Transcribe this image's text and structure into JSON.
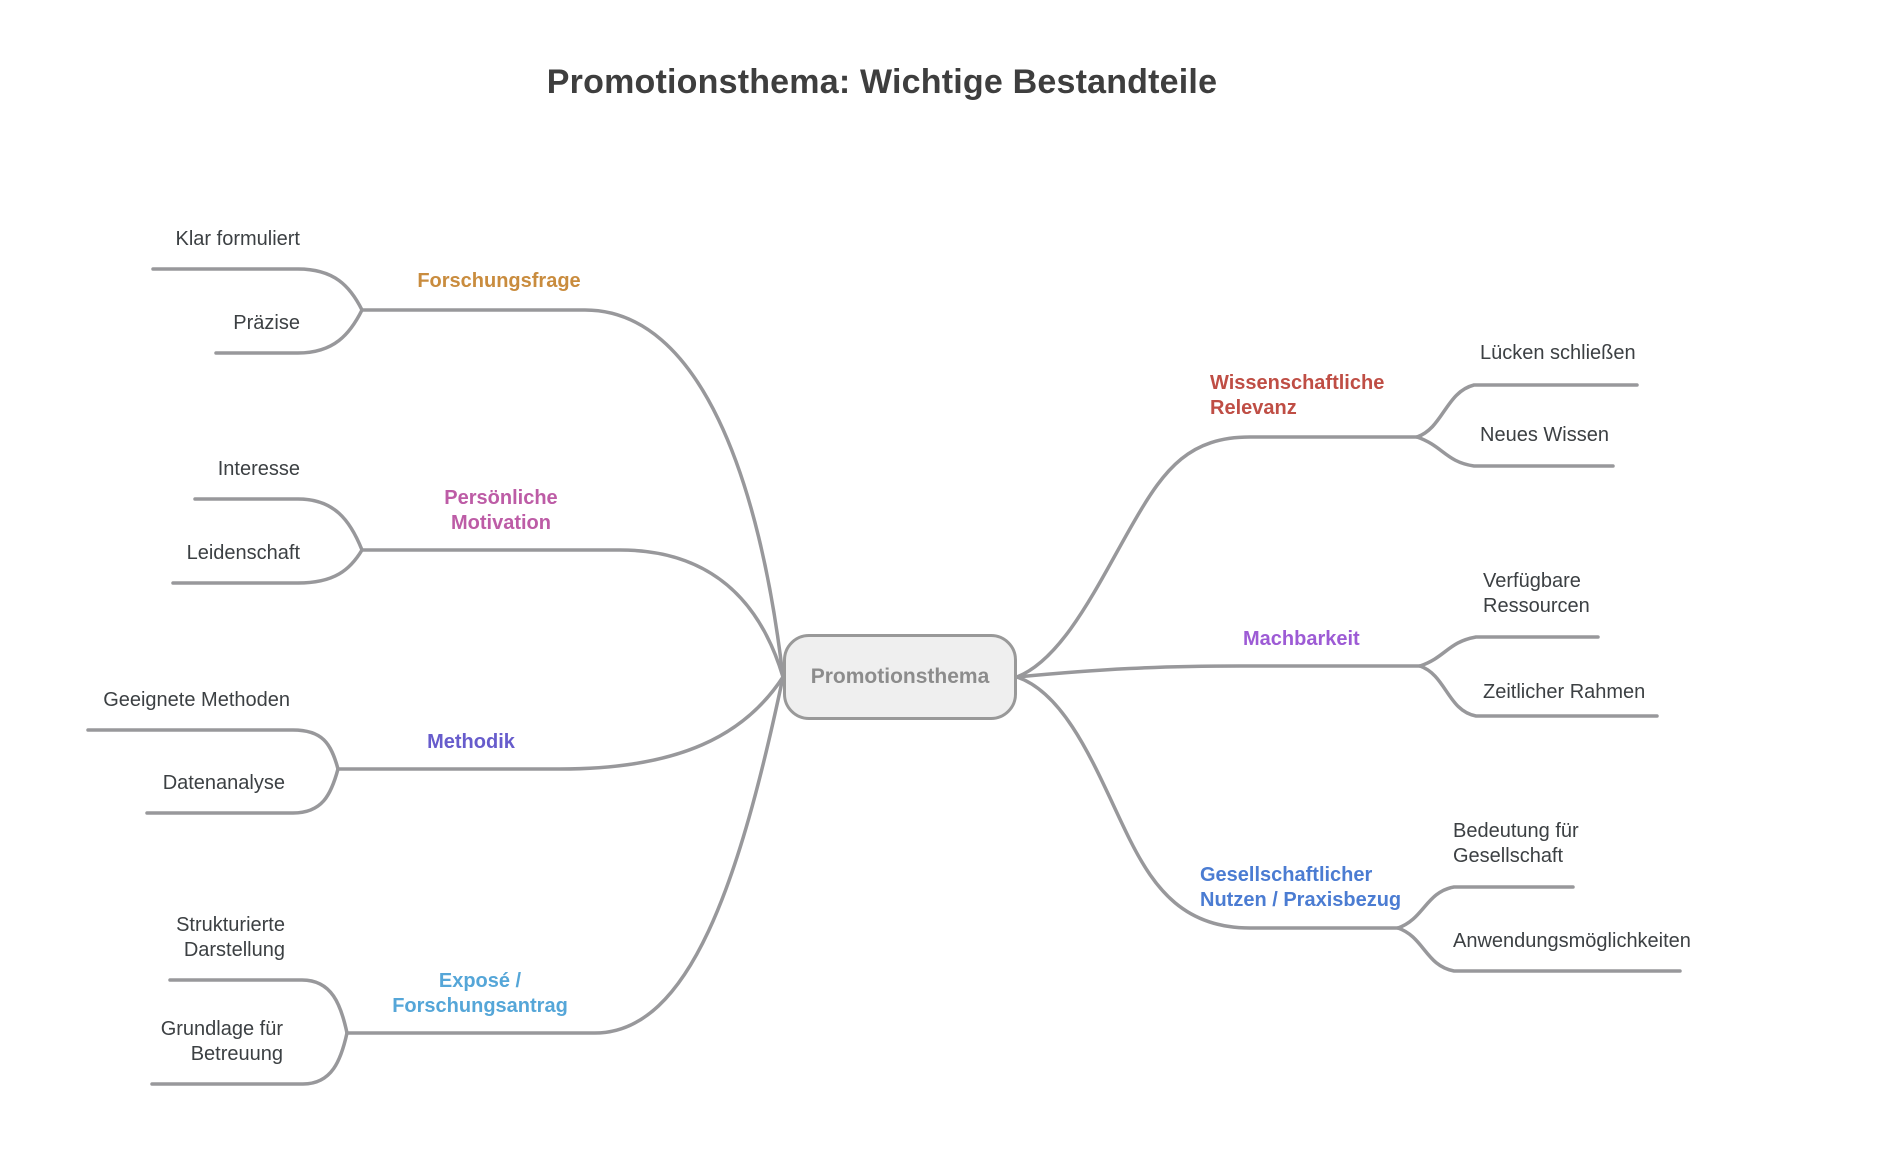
{
  "title": "Promotionsthema: Wichtige Bestandteile",
  "root": {
    "label": "Promotionsthema"
  },
  "colors": {
    "edge_line": "#98989b",
    "leaf_text": "#3c4043",
    "title_text": "#3e3e3e",
    "root_fill": "#efefef",
    "root_border": "#999999",
    "root_text": "#8c8c8c"
  },
  "branches": [
    {
      "label": "Forschungsfrage",
      "color": "#c98c3e",
      "side": "left",
      "children": [
        "Klar formuliert",
        "Präzise"
      ]
    },
    {
      "label": "Persönliche Motivation",
      "color": "#bd5ca6",
      "side": "left",
      "children": [
        "Interesse",
        "Leidenschaft"
      ]
    },
    {
      "label": "Methodik",
      "color": "#675ccc",
      "side": "left",
      "children": [
        "Geeignete Methoden",
        "Datenanalyse"
      ]
    },
    {
      "label": "Exposé / Forschungsantrag",
      "color": "#55a6d8",
      "side": "left",
      "children": [
        "Strukturierte Darstellung",
        "Grundlage für Betreuung"
      ]
    },
    {
      "label": "Wissenschaftliche Relevanz",
      "color": "#bf4e45",
      "side": "right",
      "children": [
        "Lücken schließen",
        "Neues Wissen"
      ]
    },
    {
      "label": "Machbarkeit",
      "color": "#9d5bd5",
      "side": "right",
      "children": [
        "Verfügbare Ressourcen",
        "Zeitlicher Rahmen"
      ]
    },
    {
      "label": "Gesellschaftlicher Nutzen / Praxisbezug",
      "color": "#4b7cd2",
      "side": "right",
      "children": [
        "Bedeutung für Gesellschaft",
        "Anwendungsmöglichkeiten"
      ]
    }
  ]
}
